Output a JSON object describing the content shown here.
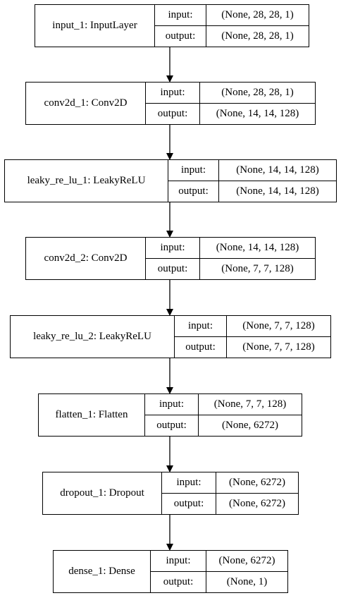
{
  "labels": {
    "input": "input:",
    "output": "output:"
  },
  "layers": [
    {
      "name": "input_1: InputLayer",
      "input": "(None, 28, 28, 1)",
      "output": "(None, 28, 28, 1)"
    },
    {
      "name": "conv2d_1: Conv2D",
      "input": "(None, 28, 28, 1)",
      "output": "(None, 14, 14, 128)"
    },
    {
      "name": "leaky_re_lu_1: LeakyReLU",
      "input": "(None, 14, 14, 128)",
      "output": "(None, 14, 14, 128)"
    },
    {
      "name": "conv2d_2: Conv2D",
      "input": "(None, 14, 14, 128)",
      "output": "(None, 7, 7, 128)"
    },
    {
      "name": "leaky_re_lu_2: LeakyReLU",
      "input": "(None, 7, 7, 128)",
      "output": "(None, 7, 7, 128)"
    },
    {
      "name": "flatten_1: Flatten",
      "input": "(None, 7, 7, 128)",
      "output": "(None, 6272)"
    },
    {
      "name": "dropout_1: Dropout",
      "input": "(None, 6272)",
      "output": "(None, 6272)"
    },
    {
      "name": "dense_1: Dense",
      "input": "(None, 6272)",
      "output": "(None, 1)"
    }
  ]
}
